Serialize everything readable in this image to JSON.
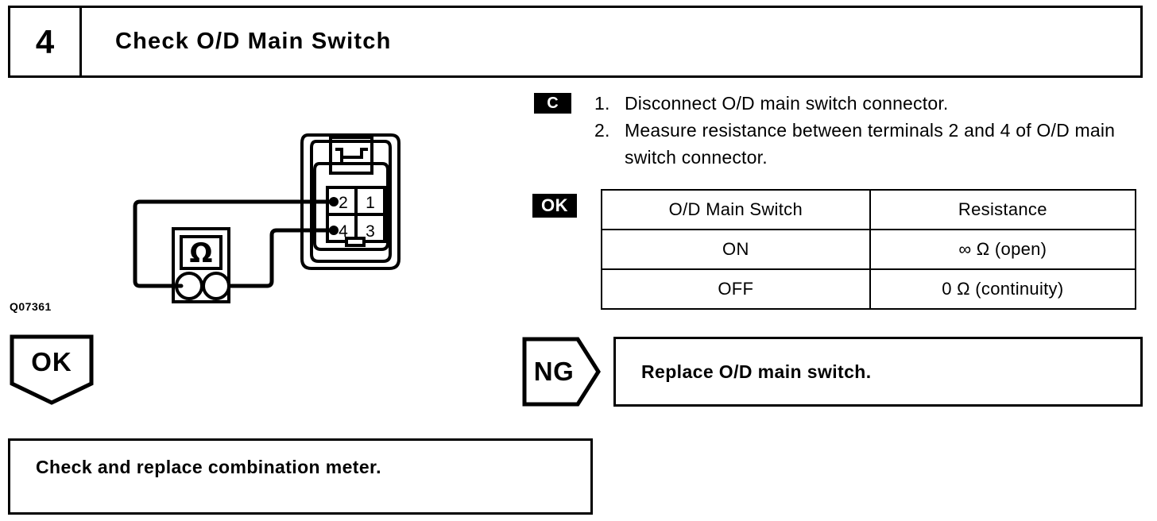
{
  "step": {
    "number": "4",
    "title": "Check O/D Main Switch"
  },
  "instruction_block": {
    "badge": "C",
    "items": [
      {
        "num": "1.",
        "text": "Disconnect O/D main switch connector."
      },
      {
        "num": "2.",
        "text": "Measure resistance between terminals 2 and 4 of O/D main switch connector."
      }
    ]
  },
  "result": {
    "badge": "OK",
    "table": {
      "headers": [
        "O/D Main Switch",
        "Resistance"
      ],
      "rows": [
        [
          "ON",
          "∞ Ω (open)"
        ],
        [
          "OFF",
          "0 Ω (continuity)"
        ]
      ]
    }
  },
  "figure": {
    "ref": "Q07361",
    "meter_symbol": "Ω",
    "connector_terminals": [
      "2",
      "1",
      "4",
      "3"
    ]
  },
  "flow": {
    "ok_label": "OK",
    "ng_label": "NG",
    "ng_action": "Replace O/D main switch.",
    "ok_action": "Check and replace combination meter."
  },
  "colors": {
    "ink": "#000000",
    "paper": "#ffffff"
  }
}
